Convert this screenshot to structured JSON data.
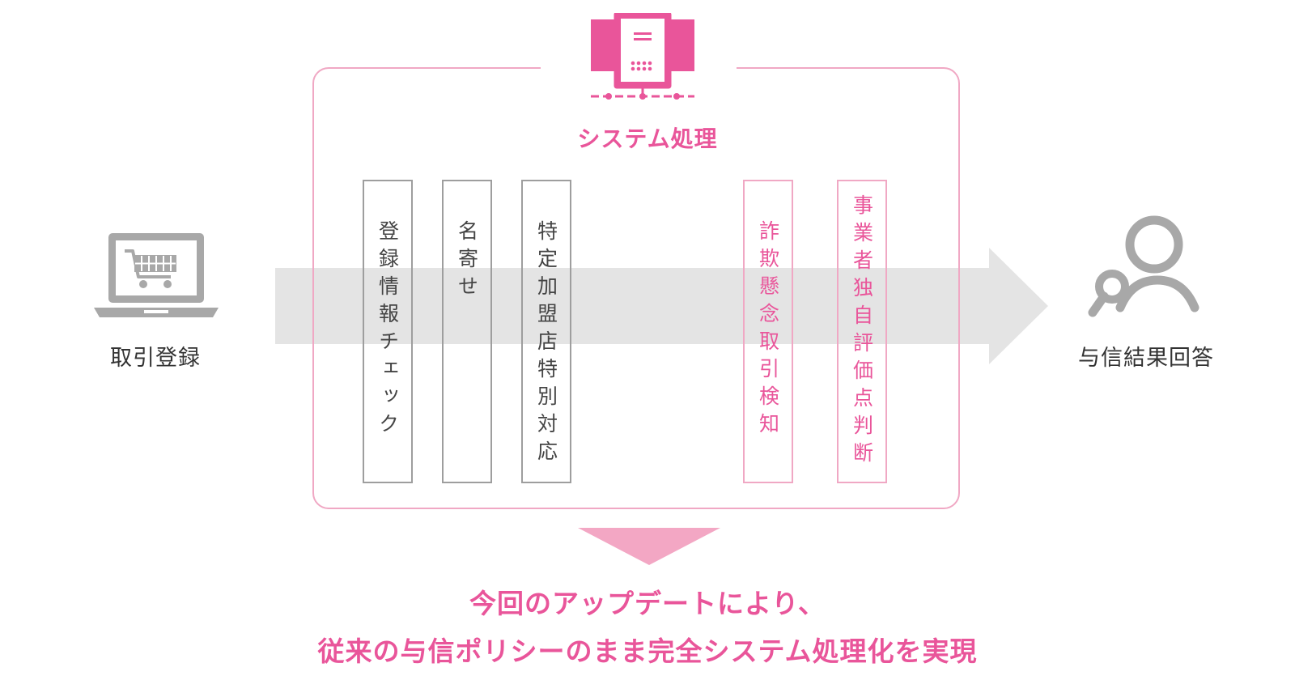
{
  "colors": {
    "accent_pink": "#e9559a",
    "frame_pink": "#f0a8c4",
    "arrow_grey": "#e4e4e4",
    "box_grey": "#9e9e9e",
    "icon_grey": "#a8a8a8"
  },
  "input": {
    "label": "取引登録",
    "icon": "shopping-cart-laptop-icon"
  },
  "output": {
    "label": "与信結果回答",
    "icon": "person-search-icon"
  },
  "system": {
    "title": "システム処理",
    "icon": "server-icon",
    "steps": [
      {
        "label": "登録情報チェック",
        "style": "grey"
      },
      {
        "label": "名寄せ",
        "style": "grey"
      },
      {
        "label": "特定加盟店特別対応",
        "style": "grey"
      },
      {
        "label": "詐欺懸念取引検知",
        "style": "pink"
      },
      {
        "label": "事業者独自評価点判断",
        "style": "pink"
      }
    ]
  },
  "result": {
    "line1": "今回のアップデートにより、",
    "line2": "従来の与信ポリシーのまま完全システム処理化を実現"
  }
}
